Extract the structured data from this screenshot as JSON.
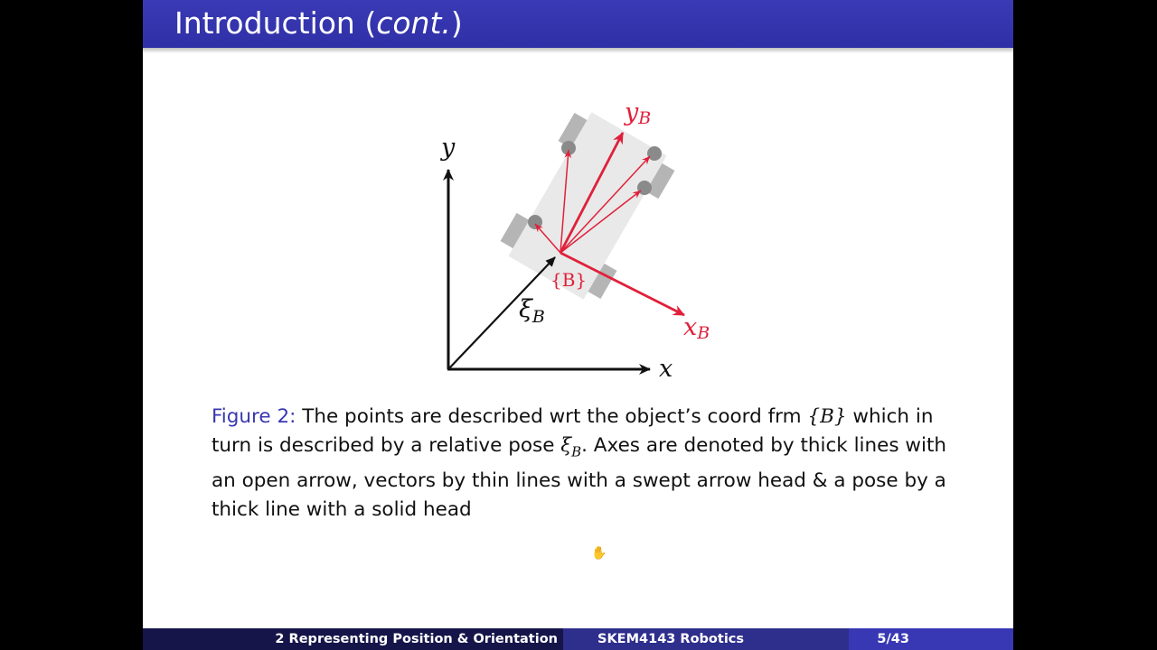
{
  "slide": {
    "title_main": "Introduction",
    "title_paren_open": "(",
    "title_cont": "cont.",
    "title_paren_close": ")"
  },
  "figure": {
    "axis_y": "y",
    "axis_x": "x",
    "xi": "ξ",
    "xi_sub": "B",
    "frame_label": "{B}",
    "yb": "y",
    "yb_sub": "B",
    "xb": "x",
    "xb_sub": "B"
  },
  "caption": {
    "label": "Figure 2:",
    "part1": " The points are described wrt the object’s coord frm ",
    "math1": "{B}",
    "part2": " which in turn is described by a relative pose ",
    "math2": "ξ",
    "math2_sub": "B",
    "part3": ". Axes are denoted by thick lines with an open arrow, vectors by thin lines with a swept arrow head & a pose by a thick line with a solid head"
  },
  "footer": {
    "section": "2 Representing Position & Orientation",
    "course": "SKEM4143 Robotics",
    "page": "5/43"
  },
  "colors": {
    "title_bar": "#2f2fa6",
    "red": "#e0203a",
    "caption_label": "#3838b0"
  }
}
